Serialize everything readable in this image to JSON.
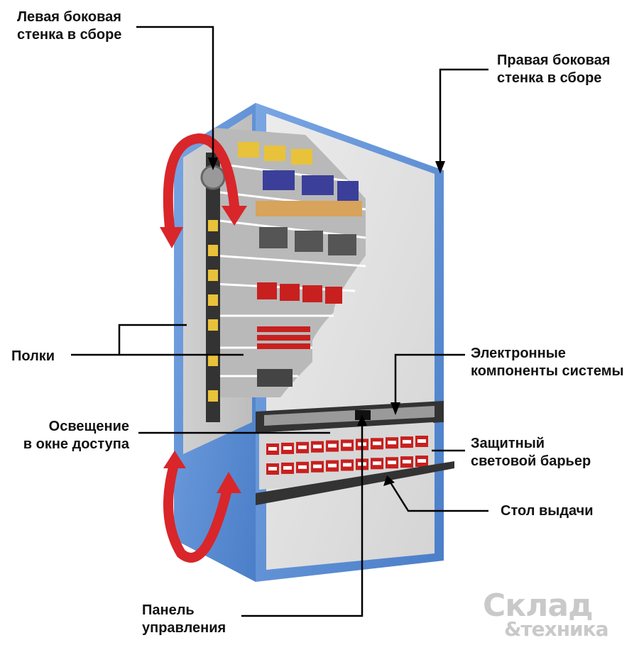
{
  "labels": {
    "left_wall": "Левая боковая\nстенка в сборе",
    "right_wall": "Правая боковая\nстенка в сборе",
    "shelves": "Полки",
    "electronics": "Электронные\nкомпоненты системы",
    "lighting": "Освещение\nв окне доступа",
    "light_barrier": "Защитный\nсветовой барьер",
    "table": "Стол выдачи",
    "control_panel": "Панель\nуправления"
  },
  "watermark": {
    "line1": "Склад",
    "line2": "&техника"
  },
  "colors": {
    "frame_blue": "#5b8fd6",
    "arrow_red": "#d8262a",
    "panel_gray": "#dcdcdc",
    "bin_red": "#c8201f",
    "bin_yellow": "#e8c23a",
    "bin_blue": "#3b3f9a"
  }
}
